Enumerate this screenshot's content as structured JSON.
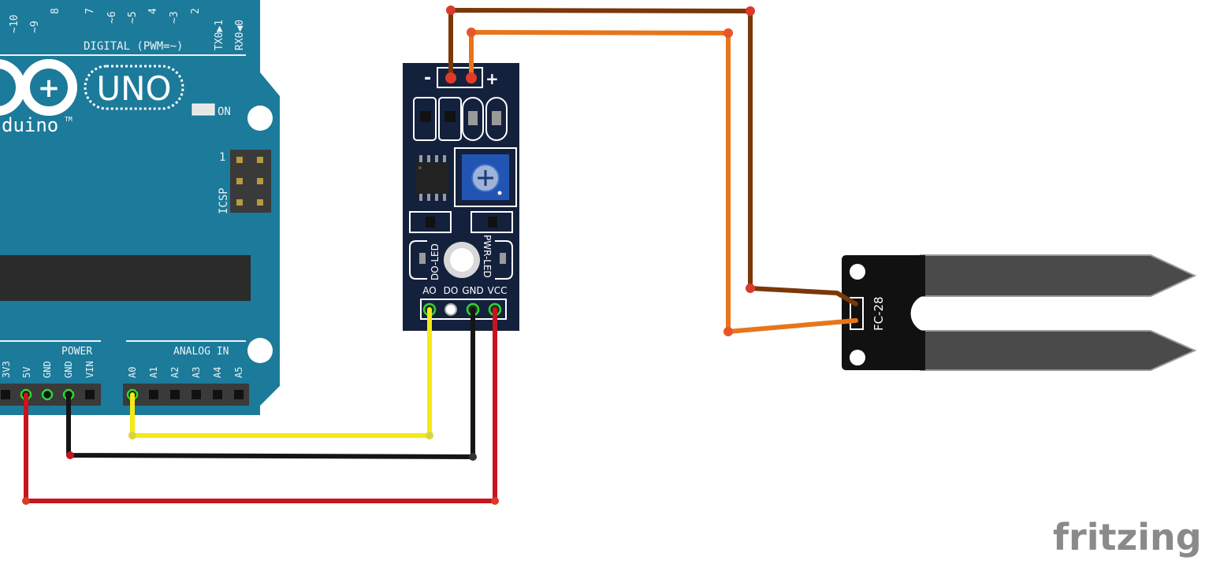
{
  "arduino": {
    "digital_pins": [
      "~10",
      "~9",
      "8",
      "7",
      "~6",
      "~5",
      "4",
      "~3",
      "2",
      "TX0▶1",
      "RX0◀0"
    ],
    "digital_label": "DIGITAL (PWM=~)",
    "logo_text": "UNO",
    "brand_text": "duino",
    "trademark": "TM",
    "on_label": "ON",
    "icsp_label": "ICSP",
    "icsp_pin1": "1",
    "power_label": "POWER",
    "power_pins": [
      "3V3",
      "5V",
      "GND",
      "GND",
      "VIN"
    ],
    "analog_label": "ANALOG IN",
    "analog_pins": [
      "A0",
      "A1",
      "A2",
      "A3",
      "A4",
      "A5"
    ]
  },
  "module": {
    "minus": "-",
    "plus": "+",
    "do_led": "DO-LED",
    "pwr_led": "PWR-LED",
    "pins": [
      "AO",
      "DO",
      "GND",
      "VCC"
    ]
  },
  "probe": {
    "label": "FC-28"
  },
  "watermark": "fritzing",
  "colors": {
    "board": "#1c7a9a",
    "module": "#14213d",
    "wire_yellow": "#f5ea14",
    "wire_black": "#151515",
    "wire_red": "#c8141e",
    "wire_brown": "#7a3808",
    "wire_orange": "#e8751a"
  }
}
